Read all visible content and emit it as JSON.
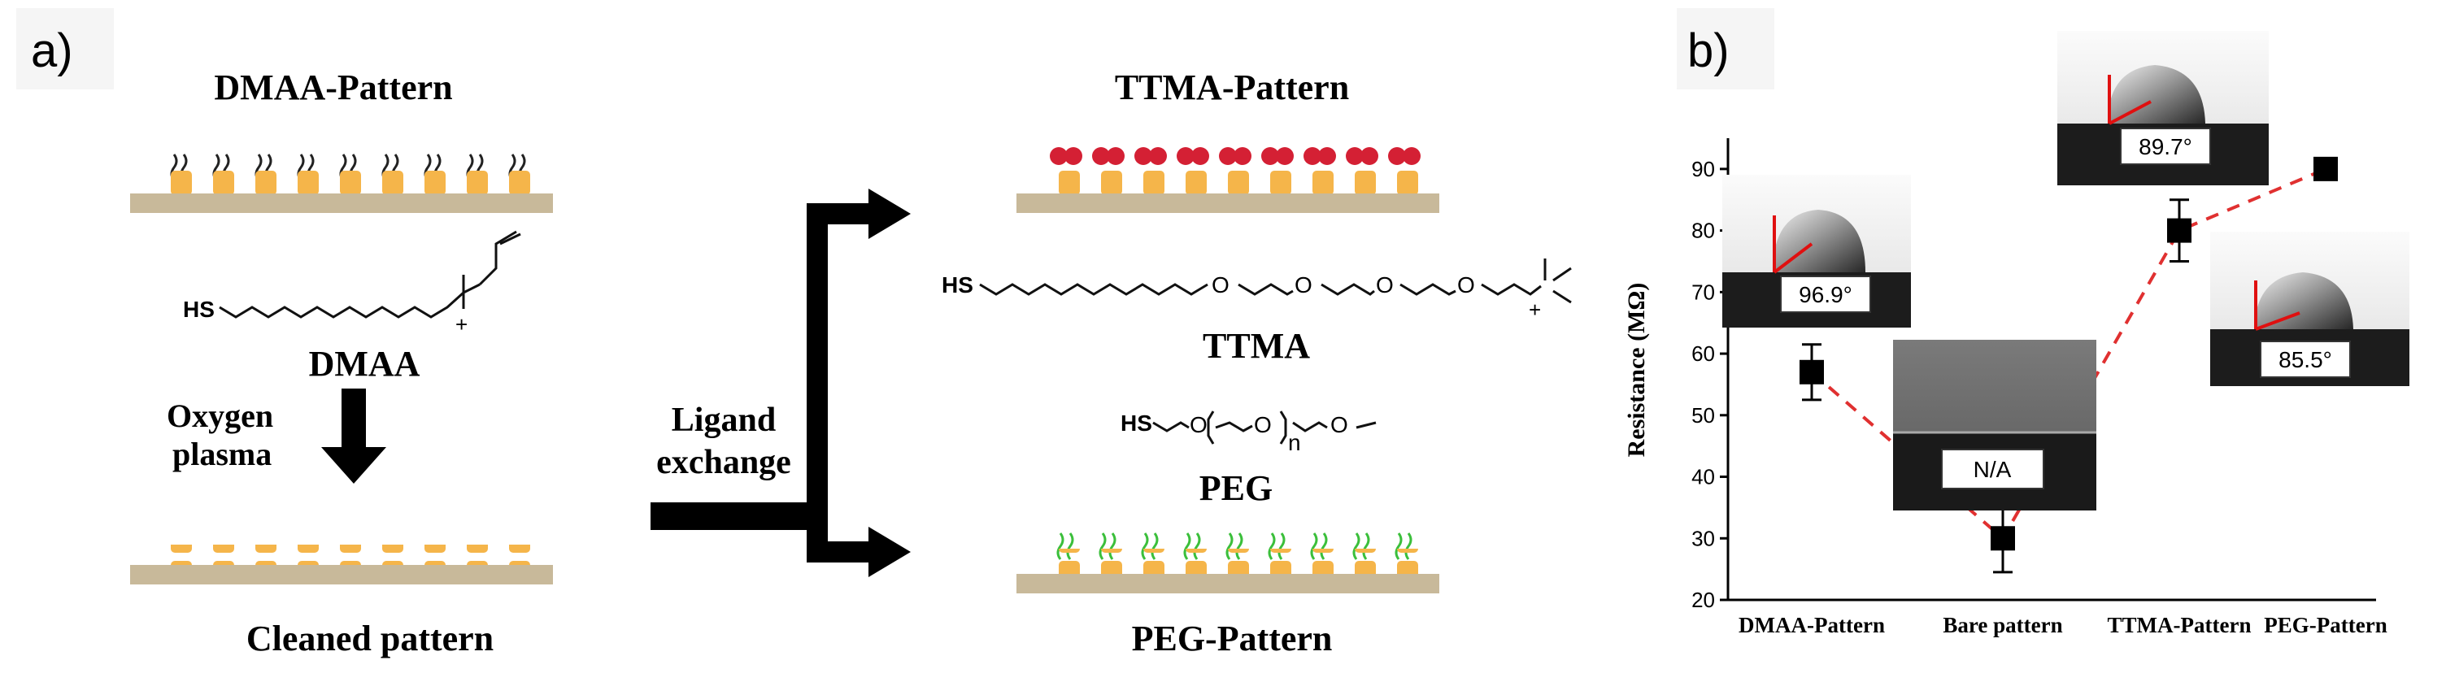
{
  "panel_a": {
    "label": "a)",
    "dmaa_pattern_title": "DMAA-Pattern",
    "dmaa_molecule": {
      "thiol": "HS",
      "charge": "+",
      "name": "DMAA"
    },
    "oxygen_plasma": [
      "Oxygen",
      "plasma"
    ],
    "cleaned_pattern_title": "Cleaned pattern",
    "ligand_exchange": [
      "Ligand",
      "exchange"
    ],
    "ttma_pattern_title": "TTMA-Pattern",
    "ttma_molecule": {
      "thiol": "HS",
      "o_atom": "O",
      "charge": "+",
      "name": "TTMA"
    },
    "peg_molecule": {
      "thiol": "HS",
      "o_atom": "O",
      "n": "n",
      "name": "PEG"
    },
    "peg_pattern_title": "PEG-Pattern",
    "colors": {
      "substrate": "#c8b99a",
      "nanoparticle": "#f5b54a",
      "ttma_ligand": "#d42034",
      "peg_ligand": "#3bbf3b"
    }
  },
  "panel_b": {
    "label": "b)",
    "insets": [
      {
        "angle": "96.9°"
      },
      {
        "angle": "N/A"
      },
      {
        "angle": "89.7°"
      },
      {
        "angle": "85.5°"
      }
    ]
  },
  "chart_data": {
    "type": "scatter",
    "ylabel": "Resistance (MΩ)",
    "categories": [
      "DMAA-Pattern",
      "Bare pattern",
      "TTMA-Pattern",
      "PEG-Pattern"
    ],
    "values": [
      57,
      30,
      80,
      90
    ],
    "errors": [
      4.5,
      5.5,
      5,
      1
    ],
    "ylim": [
      20,
      95
    ],
    "yticks": [
      "20",
      "30",
      "40",
      "50",
      "60",
      "70",
      "80",
      "90"
    ],
    "connector": "dashed red"
  }
}
